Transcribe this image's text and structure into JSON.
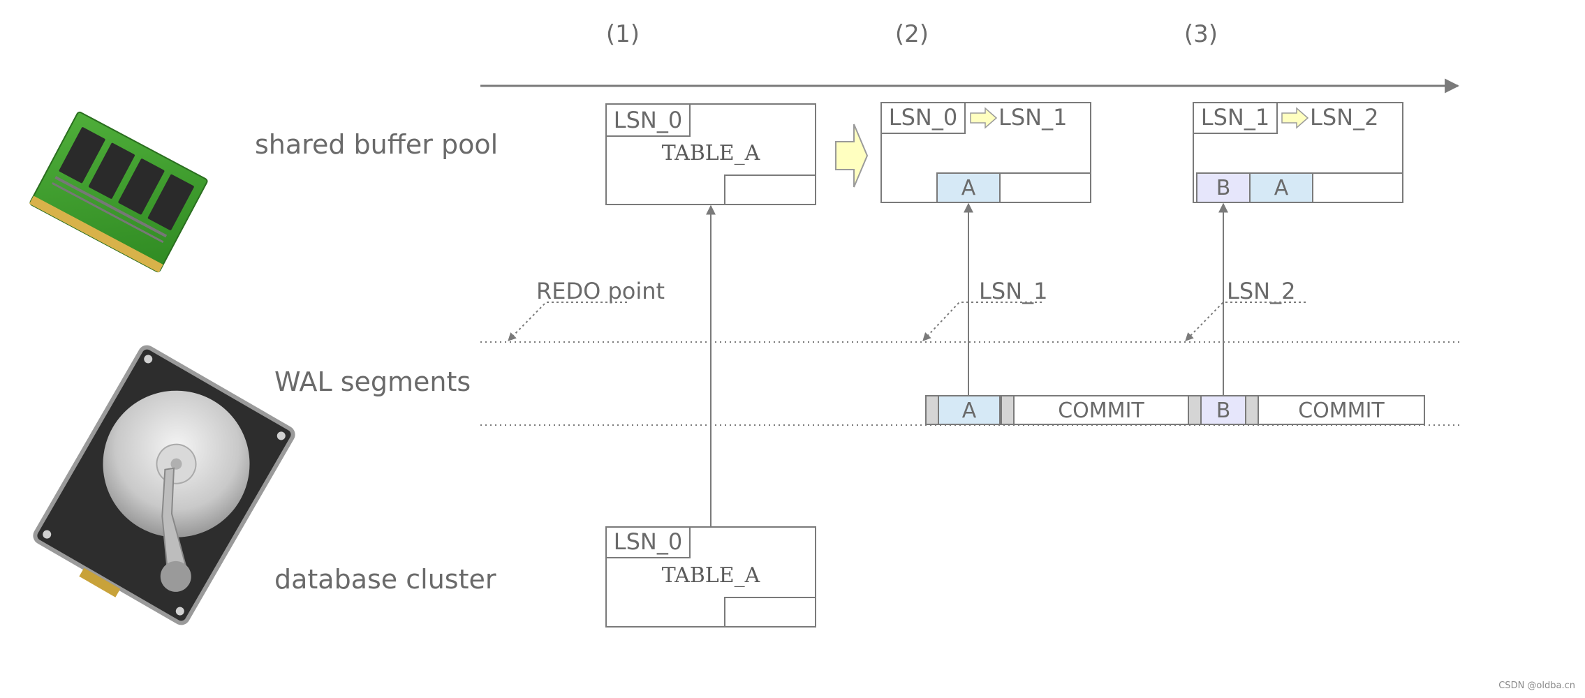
{
  "steps": [
    "(1)",
    "(2)",
    "(3)"
  ],
  "rows": {
    "buffer": "shared buffer pool",
    "wal": "WAL segments",
    "cluster": "database cluster"
  },
  "pages": {
    "buffer_1": {
      "lsn": "LSN_0",
      "table": "TABLE_A"
    },
    "buffer_2": {
      "lsn_from": "LSN_0",
      "lsn_to": "LSN_1",
      "cell_a": "A"
    },
    "buffer_3": {
      "lsn_from": "LSN_1",
      "lsn_to": "LSN_2",
      "cell_b": "B",
      "cell_a": "A"
    },
    "cluster": {
      "lsn": "LSN_0",
      "table": "TABLE_A"
    }
  },
  "callouts": {
    "redo": "REDO point",
    "lsn1": "LSN_1",
    "lsn2": "LSN_2"
  },
  "wal_records": {
    "a": "A",
    "commit1": "COMMIT",
    "b": "B",
    "commit2": "COMMIT"
  },
  "watermark": "CSDN @oldba.cn",
  "colors": {
    "record_a": "#d6e9f6",
    "record_b": "#e6e6fb",
    "arrow_fill": "#ffffc0",
    "stroke": "#7a7a7a"
  },
  "icons": [
    "ram-module-icon",
    "hard-drive-icon"
  ]
}
